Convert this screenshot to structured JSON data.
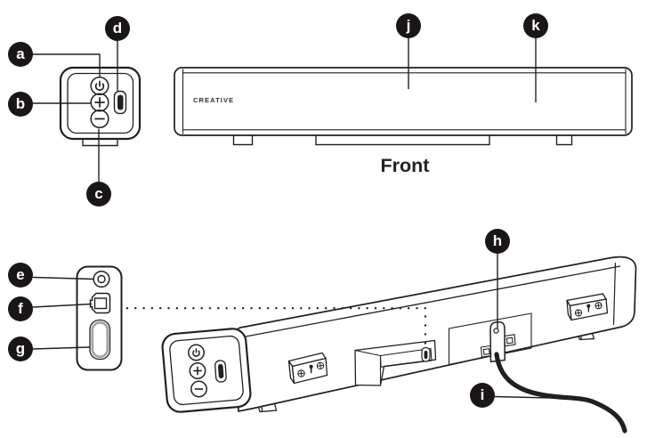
{
  "figure": {
    "brand_logo": "CREATIVE",
    "front_view_caption": "Front",
    "callouts": {
      "a": "a",
      "b": "b",
      "c": "c",
      "d": "d",
      "e": "e",
      "f": "f",
      "g": "g",
      "h": "h",
      "i": "i",
      "j": "j",
      "k": "k"
    }
  },
  "icons": {
    "power-icon": "⏻",
    "volume-up-icon": "+",
    "volume-down-icon": "−",
    "usb-c-port-icon": "vertical pill slot",
    "aux-in-port-icon": "double circle jack",
    "optical-in-port-icon": "toslink outline",
    "hdmi-port-icon": "rounded slot",
    "screw-icon": "⊕",
    "keyhole-mount-icon": "keyhole slot",
    "cable-hook-icon": "strain relief tab",
    "power-cable-icon": "curved cable",
    "dotted-guide-icon": "dotted leader line"
  },
  "colors": {
    "line": "#231f20",
    "badge_bg": "#1a1617",
    "badge_text": "#ffffff",
    "canvas": "#ffffff",
    "hdmi_inner": "#a8a4a5"
  }
}
